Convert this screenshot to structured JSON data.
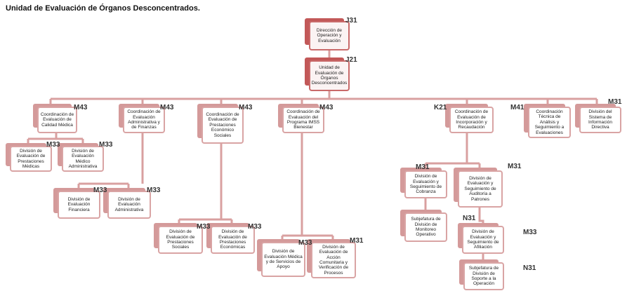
{
  "title": "Unidad de Evaluación de Órganos Desconcentrados.",
  "nodes": [
    {
      "label": "Dirección de Operación y Evaluación",
      "code": "J31"
    },
    {
      "label": "Unidad de Evaluación de Órganos Desconcentrados",
      "code": "J21"
    },
    {
      "label": "Coordinación de Evaluación de Calidad Médica",
      "code": "M43"
    },
    {
      "label": "Coordinación de Evaluación Administrativa y de Finanzas",
      "code": "M43"
    },
    {
      "label": "Coordinación de Evaluación de Prestaciones Económico Sociales",
      "code": "M43"
    },
    {
      "label": "Coordinación de Evaluación del Programa IMSS Bienestar",
      "code": "M43"
    },
    {
      "label": "Coordinación de Evaluación de Incorporación y Recaudación",
      "code": "K21"
    },
    {
      "label": "Coordinación Técnica de Análisis y Seguimiento a Evaluaciones",
      "code": "M41"
    },
    {
      "label": "División del Sistema de Información Directiva",
      "code": "M31"
    },
    {
      "label": "División de Evaluación de Prestaciones Médicas",
      "code": "M33"
    },
    {
      "label": "División de Evaluación Médico Administrativa",
      "code": "M33"
    },
    {
      "label": "División de Evaluación Financiera",
      "code": "M33"
    },
    {
      "label": "División de Evaluación Administrativa",
      "code": "M33"
    },
    {
      "label": "División de Evaluación de Prestaciones Sociales",
      "code": "M33"
    },
    {
      "label": "División de Evaluación de Prestaciones Económicas",
      "code": "M33"
    },
    {
      "label": "División de Evaluación Médica y de Servicios de Apoyo",
      "code": "M33"
    },
    {
      "label": "División de Evaluación de Acción Comunitaria y Verificación de Procesos",
      "code": "M31"
    },
    {
      "label": "División de Evaluación y Seguimiento de Cobranza",
      "code": "M31"
    },
    {
      "label": "División de Evaluación y Seguimiento de Auditoría a Patrones",
      "code": "M31"
    },
    {
      "label": "Subjefatura de División de Monitoreo Operativo",
      "code": ""
    },
    {
      "label": "División de Evaluación y Seguimiento de Afiliación",
      "code": "M33"
    },
    {
      "label": "Subjefatura de División de Soporte a la Operación",
      "code": "N31"
    }
  ],
  "extra_codes": [
    "N31"
  ]
}
